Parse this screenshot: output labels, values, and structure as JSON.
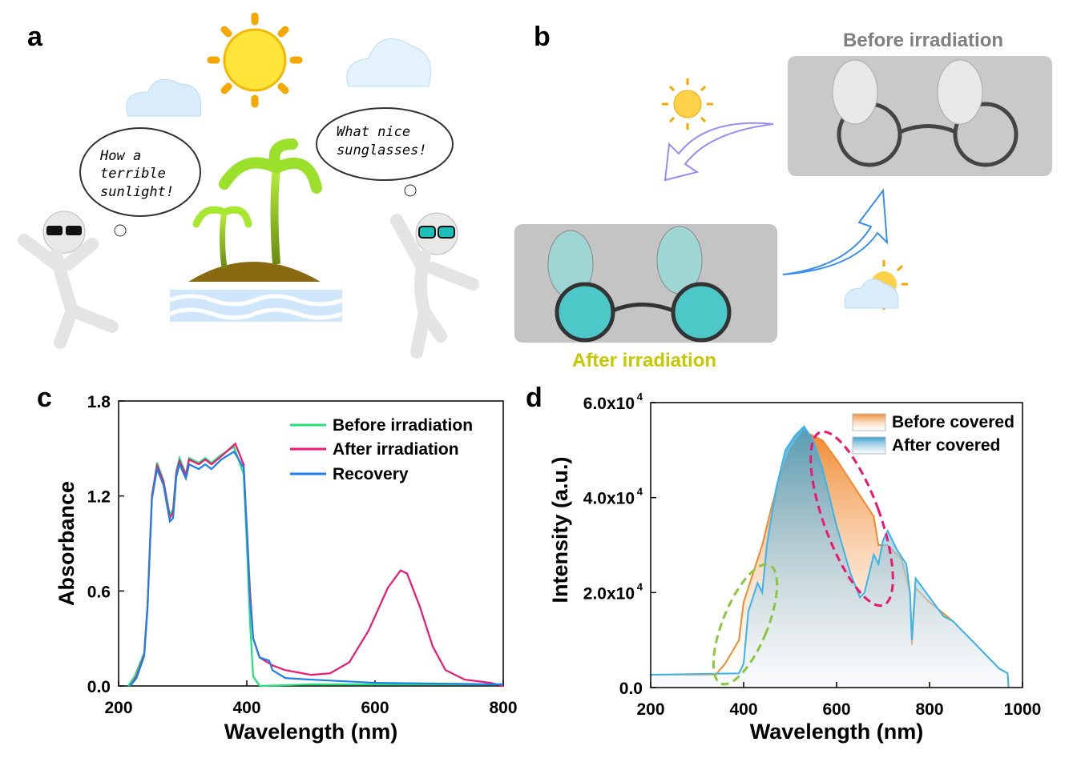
{
  "panels": {
    "a": "a",
    "b": "b",
    "c": "c",
    "d": "d"
  },
  "panel_a": {
    "bubble_left": [
      "How     a",
      "terrible",
      "sunlight!"
    ],
    "bubble_right": [
      "What    nice",
      "sunglasses!"
    ]
  },
  "panel_b": {
    "before_label": "Before irradiation",
    "after_label": "After irradiation",
    "before_color": "#7f7f7f",
    "after_color": "#c8c800"
  },
  "chart_data": [
    {
      "type": "line",
      "title": "",
      "xlabel": "Wavelength (nm)",
      "ylabel": "Absorbance",
      "xlim": [
        200,
        800
      ],
      "ylim": [
        0,
        1.8
      ],
      "xticks": [
        "200",
        "400",
        "600",
        "800"
      ],
      "yticks": [
        "0.0",
        "0.6",
        "1.2",
        "1.8"
      ],
      "legend": "top-right",
      "series": [
        {
          "name": "Before irradiation",
          "color": "#22e07a",
          "points": [
            [
              215,
              0
            ],
            [
              225,
              0.06
            ],
            [
              240,
              0.21
            ],
            [
              245,
              0.5
            ],
            [
              252,
              1.2
            ],
            [
              260,
              1.41
            ],
            [
              270,
              1.3
            ],
            [
              280,
              1.08
            ],
            [
              285,
              1.12
            ],
            [
              290,
              1.36
            ],
            [
              295,
              1.44
            ],
            [
              305,
              1.34
            ],
            [
              310,
              1.44
            ],
            [
              325,
              1.41
            ],
            [
              335,
              1.44
            ],
            [
              345,
              1.41
            ],
            [
              360,
              1.46
            ],
            [
              380,
              1.51
            ],
            [
              395,
              1.34
            ],
            [
              400,
              0.9
            ],
            [
              405,
              0.4
            ],
            [
              410,
              0.06
            ],
            [
              420,
              0.0
            ],
            [
              500,
              0.01
            ],
            [
              800,
              0.01
            ]
          ]
        },
        {
          "name": "After irradiation",
          "color": "#ee1670",
          "points": [
            [
              218,
              0
            ],
            [
              228,
              0.06
            ],
            [
              240,
              0.2
            ],
            [
              245,
              0.5
            ],
            [
              252,
              1.2
            ],
            [
              260,
              1.39
            ],
            [
              270,
              1.29
            ],
            [
              280,
              1.06
            ],
            [
              285,
              1.1
            ],
            [
              290,
              1.34
            ],
            [
              295,
              1.42
            ],
            [
              305,
              1.33
            ],
            [
              310,
              1.43
            ],
            [
              325,
              1.4
            ],
            [
              335,
              1.43
            ],
            [
              345,
              1.4
            ],
            [
              360,
              1.45
            ],
            [
              382,
              1.53
            ],
            [
              395,
              1.4
            ],
            [
              400,
              1.0
            ],
            [
              405,
              0.6
            ],
            [
              410,
              0.3
            ],
            [
              420,
              0.18
            ],
            [
              440,
              0.13
            ],
            [
              460,
              0.1
            ],
            [
              500,
              0.07
            ],
            [
              530,
              0.08
            ],
            [
              560,
              0.15
            ],
            [
              590,
              0.35
            ],
            [
              620,
              0.62
            ],
            [
              640,
              0.73
            ],
            [
              650,
              0.71
            ],
            [
              670,
              0.5
            ],
            [
              690,
              0.25
            ],
            [
              710,
              0.1
            ],
            [
              740,
              0.04
            ],
            [
              780,
              0.02
            ],
            [
              800,
              0.0
            ]
          ]
        },
        {
          "name": "Recovery",
          "color": "#1e7ff0",
          "points": [
            [
              218,
              0
            ],
            [
              228,
              0.05
            ],
            [
              240,
              0.19
            ],
            [
              245,
              0.48
            ],
            [
              252,
              1.18
            ],
            [
              260,
              1.37
            ],
            [
              270,
              1.27
            ],
            [
              280,
              1.04
            ],
            [
              285,
              1.06
            ],
            [
              290,
              1.32
            ],
            [
              295,
              1.4
            ],
            [
              305,
              1.31
            ],
            [
              310,
              1.4
            ],
            [
              325,
              1.37
            ],
            [
              335,
              1.4
            ],
            [
              345,
              1.37
            ],
            [
              360,
              1.43
            ],
            [
              380,
              1.48
            ],
            [
              395,
              1.38
            ],
            [
              400,
              1.0
            ],
            [
              405,
              0.55
            ],
            [
              410,
              0.3
            ],
            [
              420,
              0.18
            ],
            [
              435,
              0.16
            ],
            [
              440,
              0.1
            ],
            [
              460,
              0.05
            ],
            [
              500,
              0.04
            ],
            [
              600,
              0.02
            ],
            [
              800,
              0.01
            ]
          ]
        }
      ]
    },
    {
      "type": "area",
      "title": "",
      "xlabel": "Wavelength (nm)",
      "ylabel": "Intensity (a.u.)",
      "xlim": [
        200,
        1000
      ],
      "ylim": [
        0,
        60000
      ],
      "xticks": [
        "200",
        "400",
        "600",
        "800",
        "1000"
      ],
      "yticks": [
        "0.0",
        "2.0x10",
        "4.0x10",
        "6.0x10"
      ],
      "ytick_exp": "4",
      "legend": "top-right",
      "series": [
        {
          "name": "Before covered",
          "color": "#f08a30",
          "points": [
            [
              200,
              2700
            ],
            [
              340,
              2700
            ],
            [
              360,
              5000
            ],
            [
              390,
              10000
            ],
            [
              400,
              18000
            ],
            [
              420,
              24000
            ],
            [
              440,
              30000
            ],
            [
              460,
              38000
            ],
            [
              480,
              45000
            ],
            [
              500,
              50000
            ],
            [
              530,
              54000
            ],
            [
              550,
              53000
            ],
            [
              570,
              52000
            ],
            [
              600,
              48000
            ],
            [
              640,
              42000
            ],
            [
              680,
              36000
            ],
            [
              690,
              30000
            ],
            [
              710,
              30000
            ],
            [
              740,
              27000
            ],
            [
              758,
              20000
            ],
            [
              762,
              9000
            ],
            [
              770,
              21000
            ],
            [
              800,
              18000
            ],
            [
              850,
              14000
            ],
            [
              900,
              9000
            ],
            [
              950,
              4000
            ],
            [
              968,
              3000
            ],
            [
              970,
              0
            ]
          ]
        },
        {
          "name": "After covered",
          "color": "#3ab4ea",
          "points": [
            [
              200,
              2700
            ],
            [
              390,
              3000
            ],
            [
              400,
              5000
            ],
            [
              410,
              16000
            ],
            [
              430,
              22000
            ],
            [
              440,
              20000
            ],
            [
              450,
              30000
            ],
            [
              470,
              42000
            ],
            [
              490,
              50000
            ],
            [
              510,
              53000
            ],
            [
              530,
              55000
            ],
            [
              550,
              52000
            ],
            [
              570,
              46000
            ],
            [
              600,
              34000
            ],
            [
              630,
              24000
            ],
            [
              650,
              19000
            ],
            [
              660,
              20000
            ],
            [
              680,
              28000
            ],
            [
              690,
              26000
            ],
            [
              700,
              31000
            ],
            [
              710,
              33000
            ],
            [
              730,
              29000
            ],
            [
              750,
              26000
            ],
            [
              758,
              20000
            ],
            [
              762,
              10000
            ],
            [
              770,
              23000
            ],
            [
              800,
              19000
            ],
            [
              830,
              15000
            ],
            [
              850,
              14000
            ],
            [
              900,
              9000
            ],
            [
              950,
              4000
            ],
            [
              968,
              3000
            ],
            [
              970,
              0
            ]
          ]
        }
      ]
    }
  ]
}
